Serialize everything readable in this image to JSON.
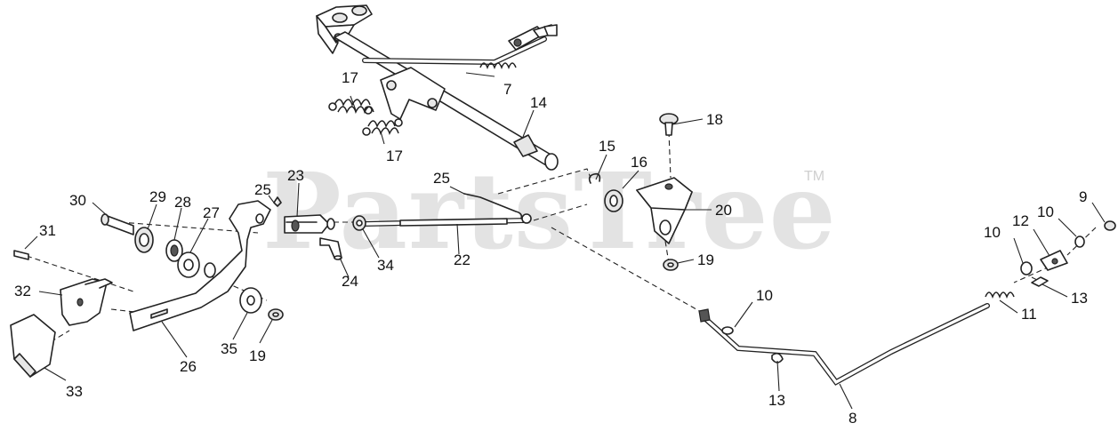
{
  "watermark": {
    "text": "PartsTree",
    "trademark": "TM"
  },
  "callouts": [
    {
      "key": "c7",
      "text": "7"
    },
    {
      "key": "c14",
      "text": "14"
    },
    {
      "key": "c17a",
      "text": "17"
    },
    {
      "key": "c17b",
      "text": "17"
    },
    {
      "key": "c18",
      "text": "18"
    },
    {
      "key": "c15",
      "text": "15"
    },
    {
      "key": "c16",
      "text": "16"
    },
    {
      "key": "c20",
      "text": "20"
    },
    {
      "key": "c19a",
      "text": "19"
    },
    {
      "key": "c25",
      "text": "25"
    },
    {
      "key": "c22",
      "text": "22"
    },
    {
      "key": "c23",
      "text": "23"
    },
    {
      "key": "c25b",
      "text": "25"
    },
    {
      "key": "c30",
      "text": "30"
    },
    {
      "key": "c29",
      "text": "29"
    },
    {
      "key": "c28",
      "text": "28"
    },
    {
      "key": "c27",
      "text": "27"
    },
    {
      "key": "c31",
      "text": "31"
    },
    {
      "key": "c34",
      "text": "34"
    },
    {
      "key": "c24",
      "text": "24"
    },
    {
      "key": "c32",
      "text": "32"
    },
    {
      "key": "c26",
      "text": "26"
    },
    {
      "key": "c35",
      "text": "35"
    },
    {
      "key": "c19b",
      "text": "19"
    },
    {
      "key": "c33",
      "text": "33"
    },
    {
      "key": "c9",
      "text": "9"
    },
    {
      "key": "c10a",
      "text": "10"
    },
    {
      "key": "c12",
      "text": "12"
    },
    {
      "key": "c10b",
      "text": "10"
    },
    {
      "key": "c13a",
      "text": "13"
    },
    {
      "key": "c11",
      "text": "11"
    },
    {
      "key": "c10c",
      "text": "10"
    },
    {
      "key": "c13b",
      "text": "13"
    },
    {
      "key": "c8",
      "text": "8"
    }
  ]
}
